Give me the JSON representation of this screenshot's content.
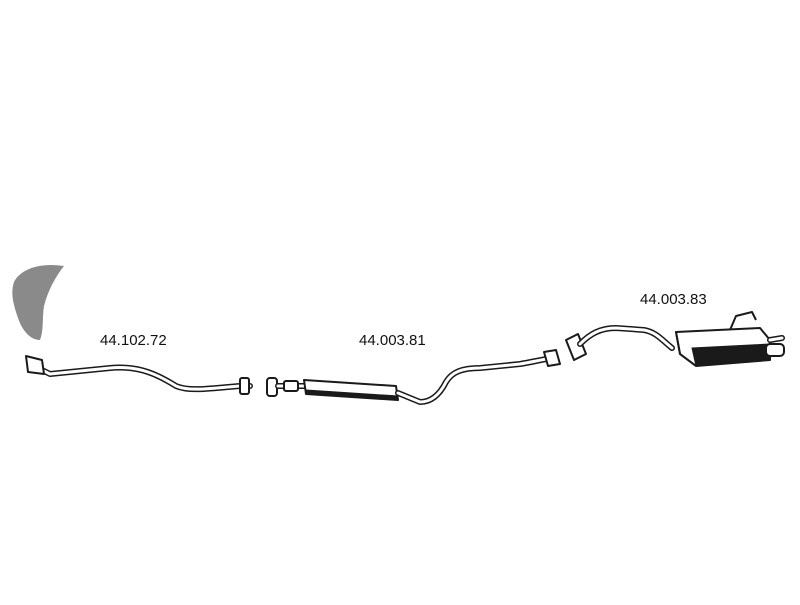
{
  "diagram": {
    "parts": [
      {
        "id": "front-pipe",
        "part_number": "44.102.72"
      },
      {
        "id": "center-muffler",
        "part_number": "44.003.81"
      },
      {
        "id": "rear-muffler",
        "part_number": "44.003.83"
      }
    ],
    "colors": {
      "stroke": "#1a1a1a",
      "fill": "#ffffff",
      "manifold": "#8a8a8a",
      "background": "#ffffff"
    }
  }
}
